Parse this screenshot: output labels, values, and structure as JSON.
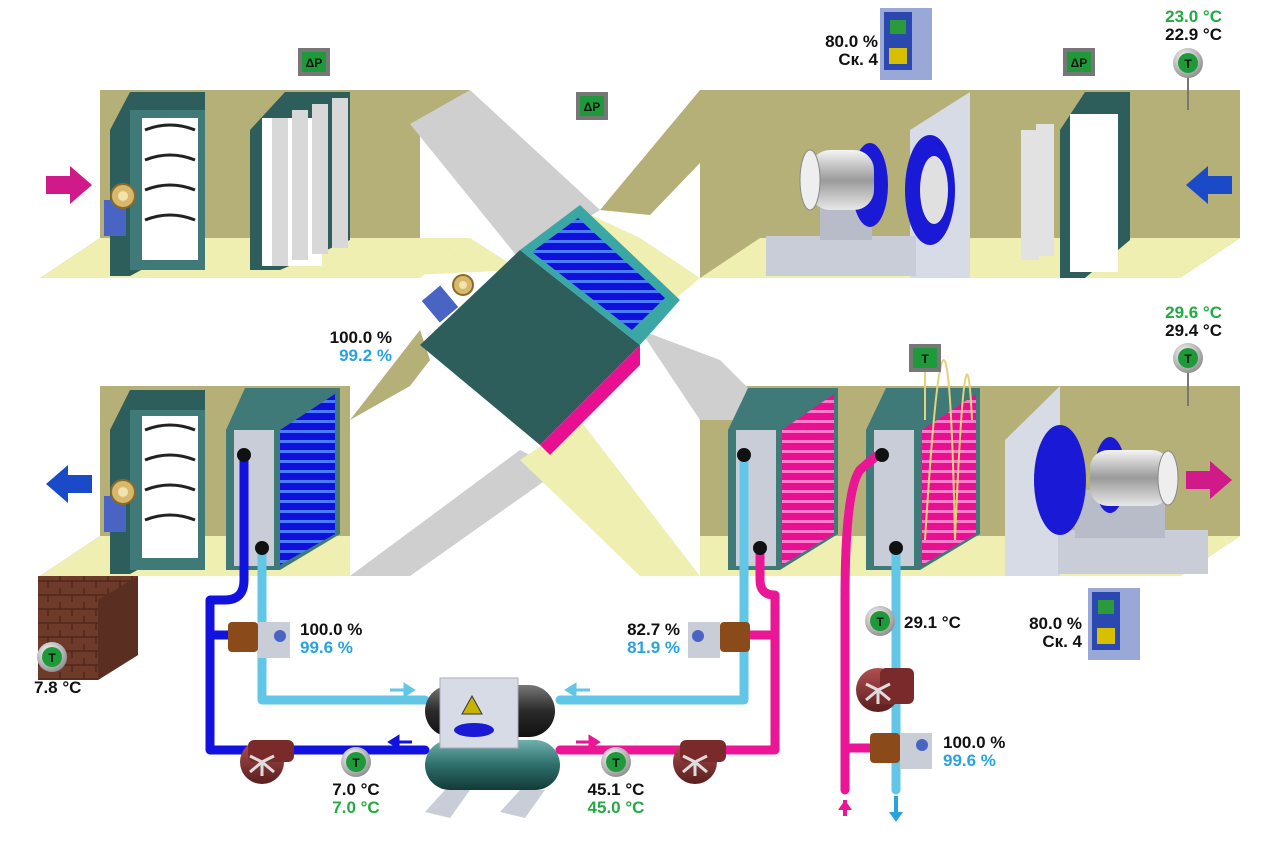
{
  "colors": {
    "duct": "#b4b077",
    "duct_floor": "#efefb2",
    "hx_body": "#2e5e5c",
    "cold_pipe": "#1212e0",
    "cool_pipe": "#62c6e6",
    "hot_pipe": "#ea1696",
    "sensor_green": "#1e9a3a",
    "value_black": "#111111",
    "value_green": "#22aa44",
    "value_blue": "#29a3e0"
  },
  "icons": {
    "dp_sensor": "delta-p-icon",
    "temp_sensor": "temperature-sensor-icon",
    "frequency_drive": "frequency-drive-icon",
    "pump": "pump-icon",
    "valve": "three-way-valve-icon",
    "damper": "damper-icon",
    "fan": "fan-icon",
    "compressor": "compressor-icon"
  },
  "sensor_letters": {
    "dp": "ΔP",
    "temp": "T"
  },
  "readings": {
    "fan_top": {
      "drive_output": "80.0 %",
      "speed": "Ск. 4"
    },
    "fan_bottom": {
      "drive_output": "80.0 %",
      "speed": "Ск. 4"
    },
    "extract_temp": {
      "setpoint": "23.0 °C",
      "actual": "22.9 °C"
    },
    "supply_temp": {
      "setpoint": "29.6 °C",
      "actual": "29.4 °C"
    },
    "recovery_damper": {
      "command": "100.0 %",
      "feedback": "99.2 %"
    },
    "outdoor_temp": {
      "actual": "7.8 °C"
    },
    "cold_valve": {
      "command": "100.0 %",
      "feedback": "99.6 %"
    },
    "hot_valve": {
      "command": "82.7 %",
      "feedback": "81.9 %"
    },
    "heating_water_temp": {
      "actual": "29.1 °C"
    },
    "heating_valve": {
      "command": "100.0 %",
      "feedback": "99.6 %"
    },
    "evaporator_temp": {
      "actual": "7.0 °C",
      "setpoint": "7.0 °C"
    },
    "condenser_temp": {
      "actual": "45.1 °C",
      "setpoint": "45.0 °C"
    }
  }
}
